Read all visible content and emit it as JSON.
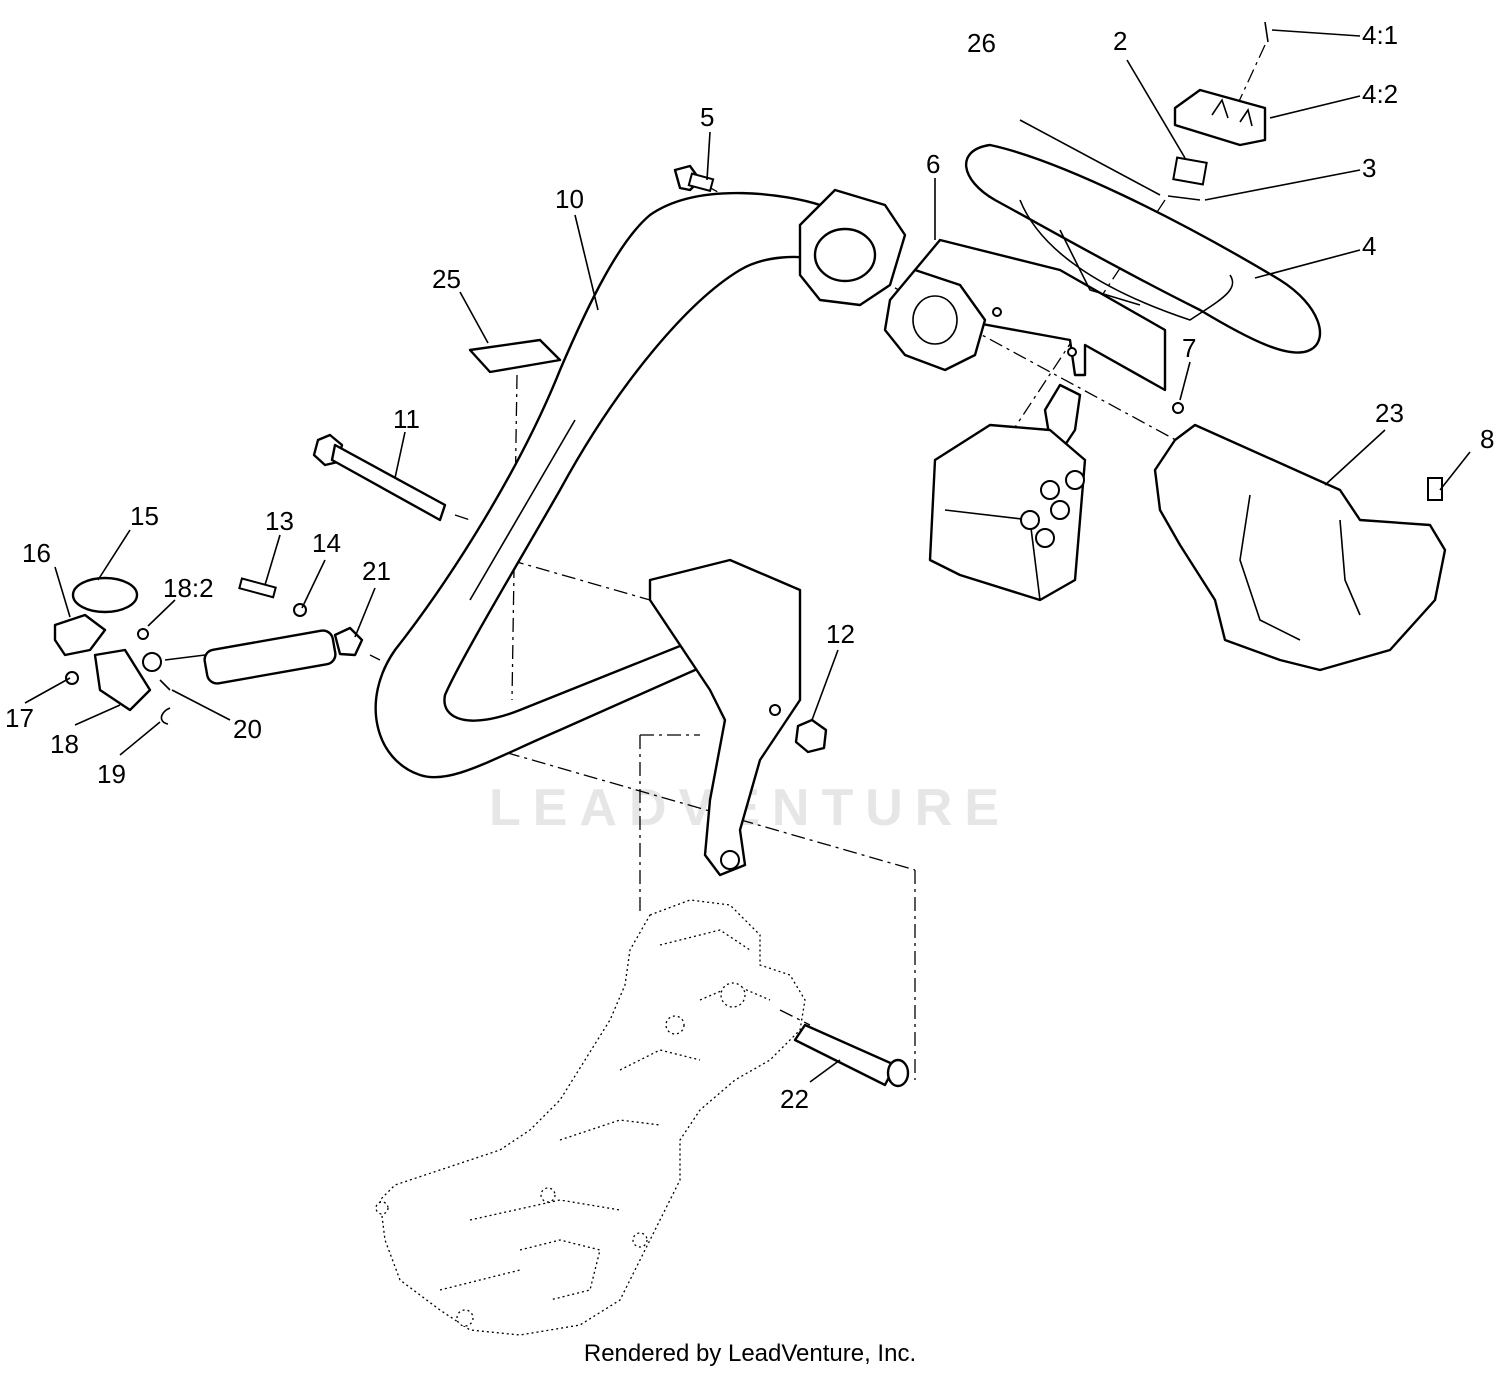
{
  "watermark": "LEADVENTURE",
  "credit": "Rendered by LeadVenture, Inc.",
  "callouts": {
    "c2": "2",
    "c3": "3",
    "c4": "4",
    "c4_1": "4:1",
    "c4_2": "4:2",
    "c5": "5",
    "c6": "6",
    "c7": "7",
    "c8": "8",
    "c10": "10",
    "c11": "11",
    "c12": "12",
    "c13": "13",
    "c14": "14",
    "c15": "15",
    "c16": "16",
    "c17": "17",
    "c18": "18",
    "c18_2": "18:2",
    "c19": "19",
    "c20": "20",
    "c21": "21",
    "c22": "22",
    "c23": "23",
    "c25": "25",
    "c26": "26"
  }
}
